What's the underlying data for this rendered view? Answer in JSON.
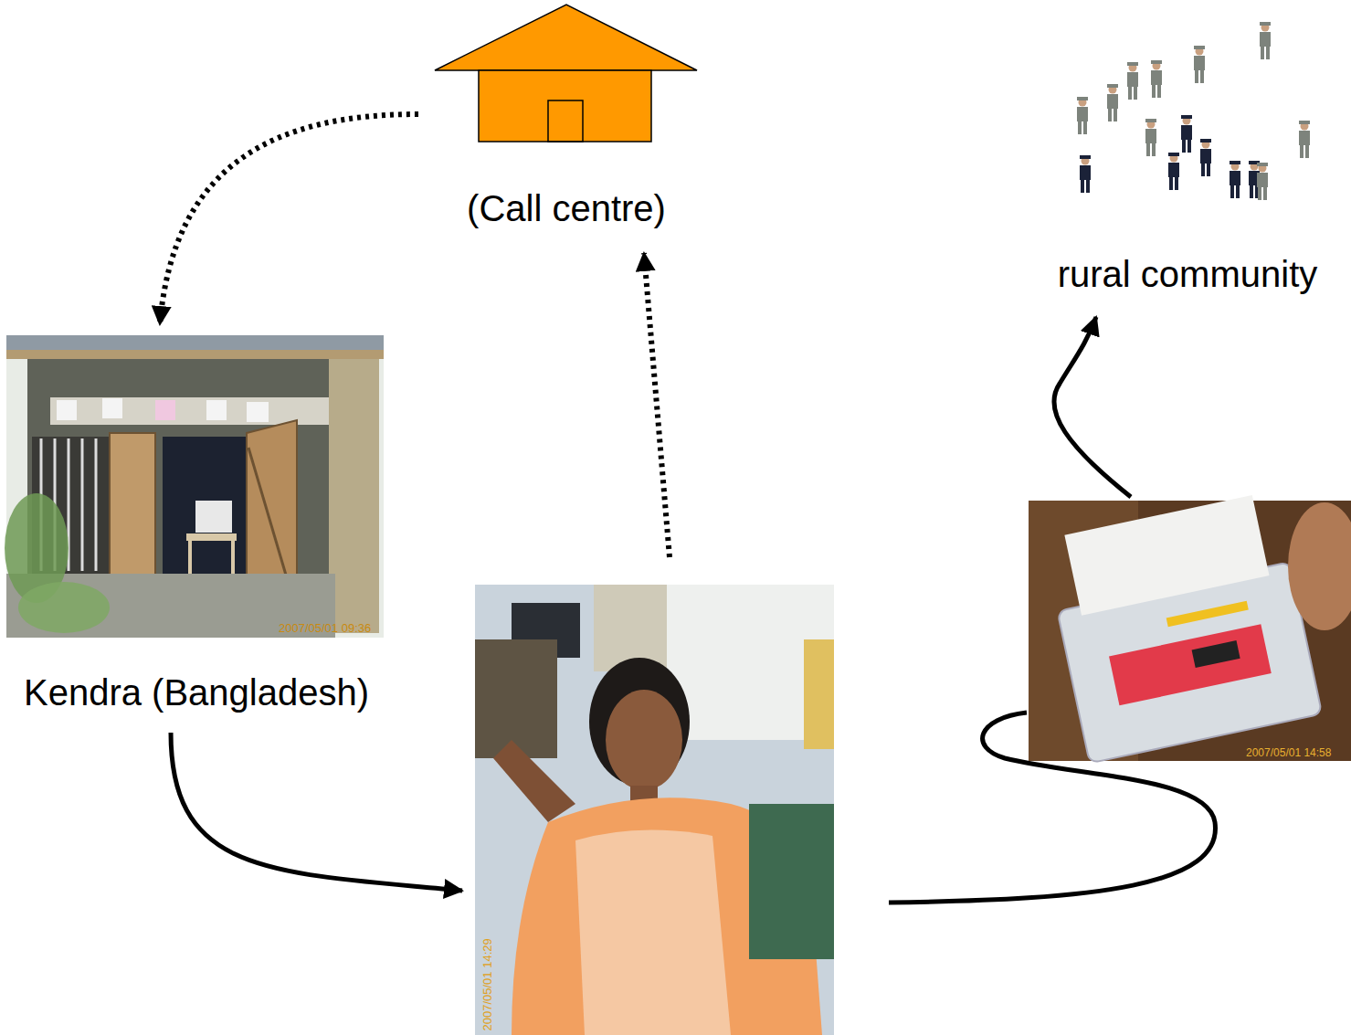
{
  "diagram": {
    "nodes": [
      {
        "text": [
          "(Call centre)"
        ]
      },
      {
        "text": [
          "rural community"
        ]
      },
      {
        "text": [
          "Kendra (Bangladesh)",
          "2007/05/01 09:36"
        ]
      },
      {
        "text": [
          "2007/05/01 14:29"
        ]
      },
      {
        "text": [
          "2007/05/01 14:58"
        ]
      }
    ],
    "edges": [
      {
        "from": 0,
        "to": 2,
        "arrow": "to"
      },
      {
        "from": 2,
        "to": 3,
        "arrow": "to"
      },
      {
        "from": 3,
        "to": 0,
        "arrow": "to"
      },
      {
        "from": 3,
        "to": 4,
        "arrow": "none"
      },
      {
        "from": 4,
        "to": 1,
        "arrow": "to"
      }
    ]
  }
}
